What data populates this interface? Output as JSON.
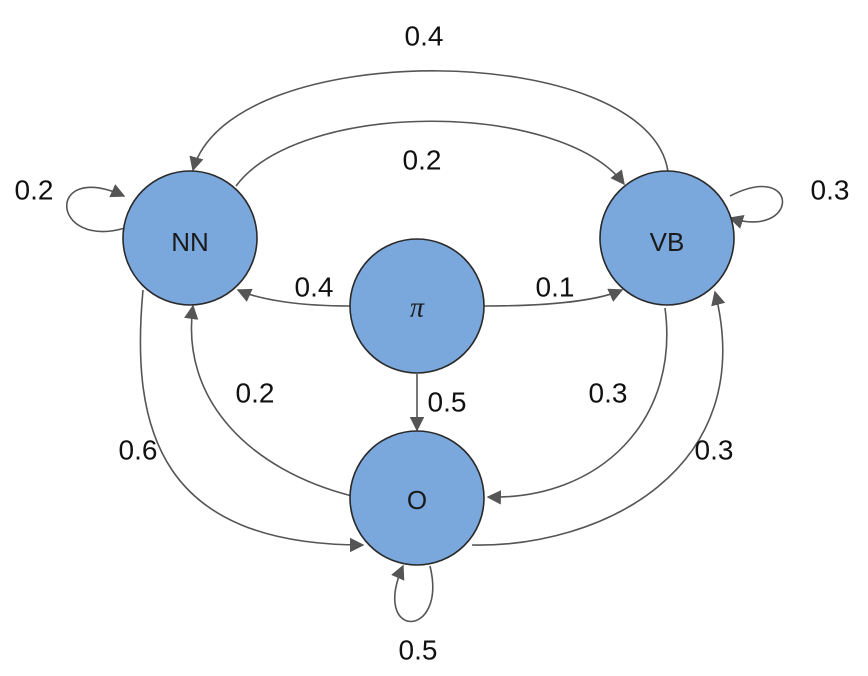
{
  "nodes": {
    "nn": "NN",
    "vb": "VB",
    "o": "O",
    "pi": "π"
  },
  "edges": {
    "vb_to_nn": "0.4",
    "nn_to_vb": "0.2",
    "nn_self": "0.2",
    "vb_self": "0.3",
    "pi_to_nn": "0.4",
    "pi_to_vb": "0.1",
    "pi_to_o": "0.5",
    "o_to_nn": "0.2",
    "nn_to_o": "0.6",
    "vb_to_o": "0.3",
    "o_to_vb": "0.3",
    "o_self": "0.5"
  },
  "colors": {
    "node_fill": "#7aa7dc",
    "edge": "#555555"
  }
}
